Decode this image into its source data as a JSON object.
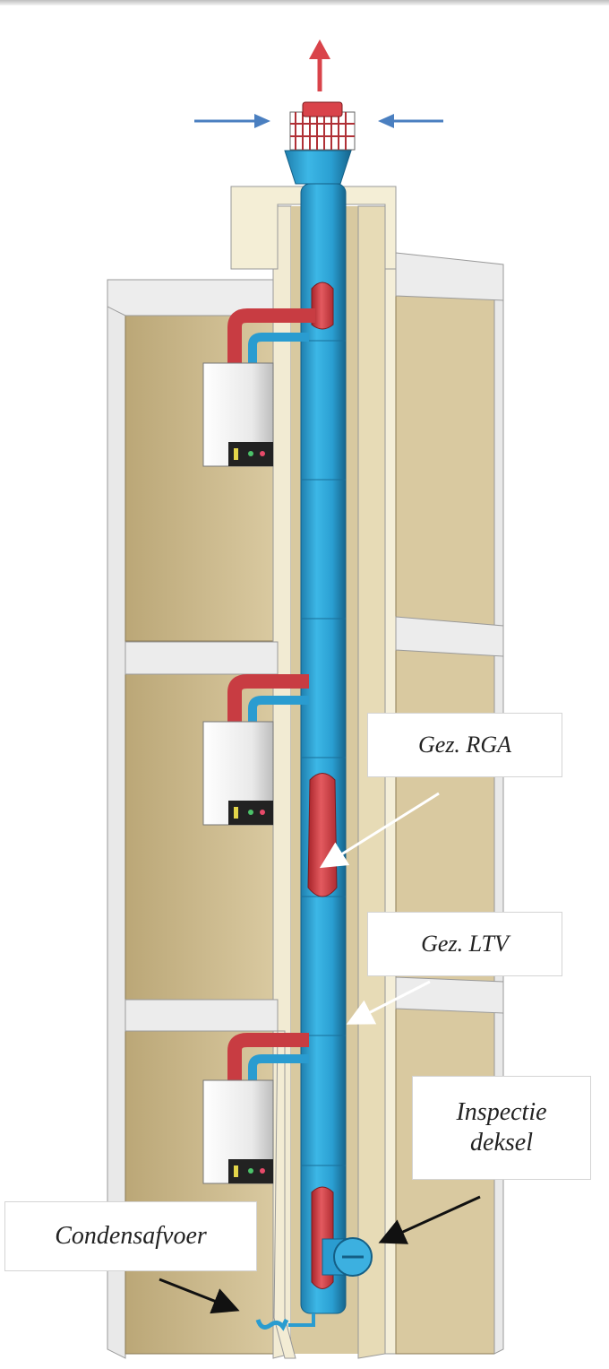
{
  "labels": {
    "rga": "Gez. RGA",
    "ltv": "Gez. LTV",
    "inspectie_line1": "Inspectie",
    "inspectie_line2": "deksel",
    "condensafvoer": "Condensafvoer"
  },
  "colors": {
    "exhaust": "#d9434a",
    "supply": "#2fa6d8",
    "wall_face": "#f1ead1",
    "wall_inner": "#cfbf93",
    "slab": "#ececec",
    "boiler": "#f2f2f2",
    "arrow_red": "#d9434a",
    "arrow_blue": "#4a7fc0"
  },
  "icons": [
    "flue-outlet-arrow-icon",
    "air-intake-arrow-icon",
    "condensate-trap-icon",
    "inspection-cap-icon"
  ]
}
